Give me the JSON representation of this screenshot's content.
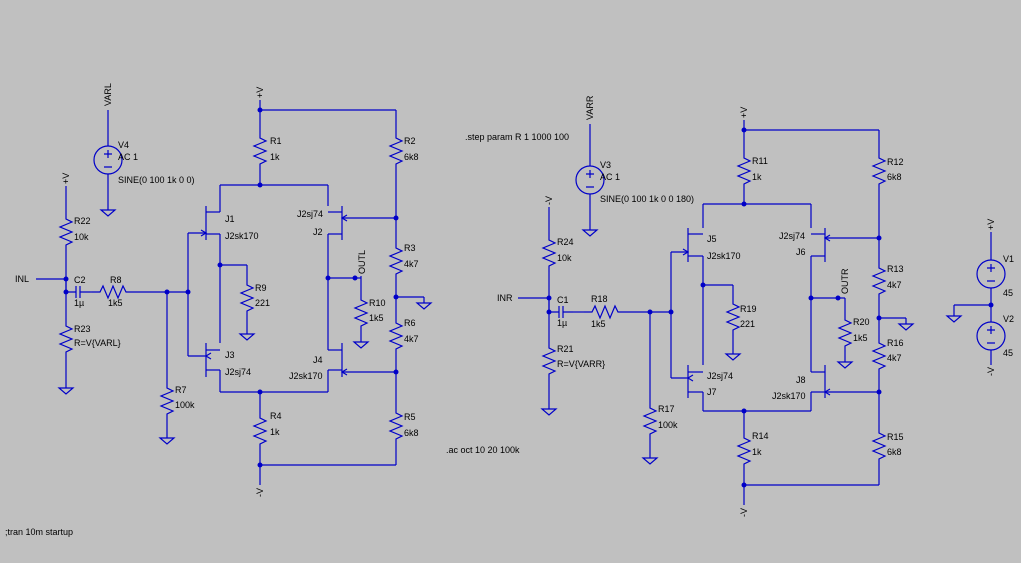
{
  "directives": {
    "tran": ";tran 10m startup",
    "step": ".step param R 1 1000 100",
    "ac": ".ac oct 10 20 100k"
  },
  "nets": {
    "vp_main_l": "+V",
    "vm_main_l": "-V",
    "vp_bias_l": "+V",
    "vp_main_r": "+V",
    "vm_main_r": "-V",
    "vm_bias_r": "-V",
    "vp_supply": "+V",
    "vm_supply": "-V",
    "varl": "VARL",
    "varr": "VARR",
    "inl": "INL",
    "inr": "INR",
    "outl": "OUTL",
    "outr": "OUTR"
  },
  "left": {
    "v4": {
      "name": "V4",
      "ac": "AC 1",
      "sine": "SINE(0 100 1k 0 0)"
    },
    "r22": {
      "name": "R22",
      "value": "10k"
    },
    "c2": {
      "name": "C2",
      "value": "1µ"
    },
    "r8": {
      "name": "R8",
      "value": "1k5"
    },
    "r23": {
      "name": "R23",
      "value": "R=V{VARL}"
    },
    "r7": {
      "name": "R7",
      "value": "100k"
    },
    "r1": {
      "name": "R1",
      "value": "1k"
    },
    "r2": {
      "name": "R2",
      "value": "6k8"
    },
    "r3": {
      "name": "R3",
      "value": "4k7"
    },
    "r6": {
      "name": "R6",
      "value": "4k7"
    },
    "r4": {
      "name": "R4",
      "value": "1k"
    },
    "r5": {
      "name": "R5",
      "value": "6k8"
    },
    "r9": {
      "name": "R9",
      "value": "221"
    },
    "r10": {
      "name": "R10",
      "value": "1k5"
    },
    "j1": {
      "name": "J1",
      "model": "J2sk170"
    },
    "j2": {
      "name": "J2",
      "model": "J2sj74"
    },
    "j3": {
      "name": "J3",
      "model": "J2sj74"
    },
    "j4": {
      "name": "J4",
      "model": "J2sk170"
    }
  },
  "right": {
    "v3": {
      "name": "V3",
      "ac": "AC 1",
      "sine": "SINE(0 100 1k 0 0 180)"
    },
    "r24": {
      "name": "R24",
      "value": "10k"
    },
    "c1": {
      "name": "C1",
      "value": "1µ"
    },
    "r18": {
      "name": "R18",
      "value": "1k5"
    },
    "r21": {
      "name": "R21",
      "value": "R=V{VARR}"
    },
    "r17": {
      "name": "R17",
      "value": "100k"
    },
    "r11": {
      "name": "R11",
      "value": "1k"
    },
    "r12": {
      "name": "R12",
      "value": "6k8"
    },
    "r13": {
      "name": "R13",
      "value": "4k7"
    },
    "r16": {
      "name": "R16",
      "value": "4k7"
    },
    "r14": {
      "name": "R14",
      "value": "1k"
    },
    "r15": {
      "name": "R15",
      "value": "6k8"
    },
    "r19": {
      "name": "R19",
      "value": "221"
    },
    "r20": {
      "name": "R20",
      "value": "1k5"
    },
    "j5": {
      "name": "J5",
      "model": "J2sk170"
    },
    "j6": {
      "name": "J6",
      "model": "J2sj74"
    },
    "j7": {
      "name": "J7",
      "model": "J2sj74"
    },
    "j8": {
      "name": "J8",
      "model": "J2sk170"
    }
  },
  "supply": {
    "v1": {
      "name": "V1",
      "value": "45"
    },
    "v2": {
      "name": "V2",
      "value": "45"
    }
  }
}
